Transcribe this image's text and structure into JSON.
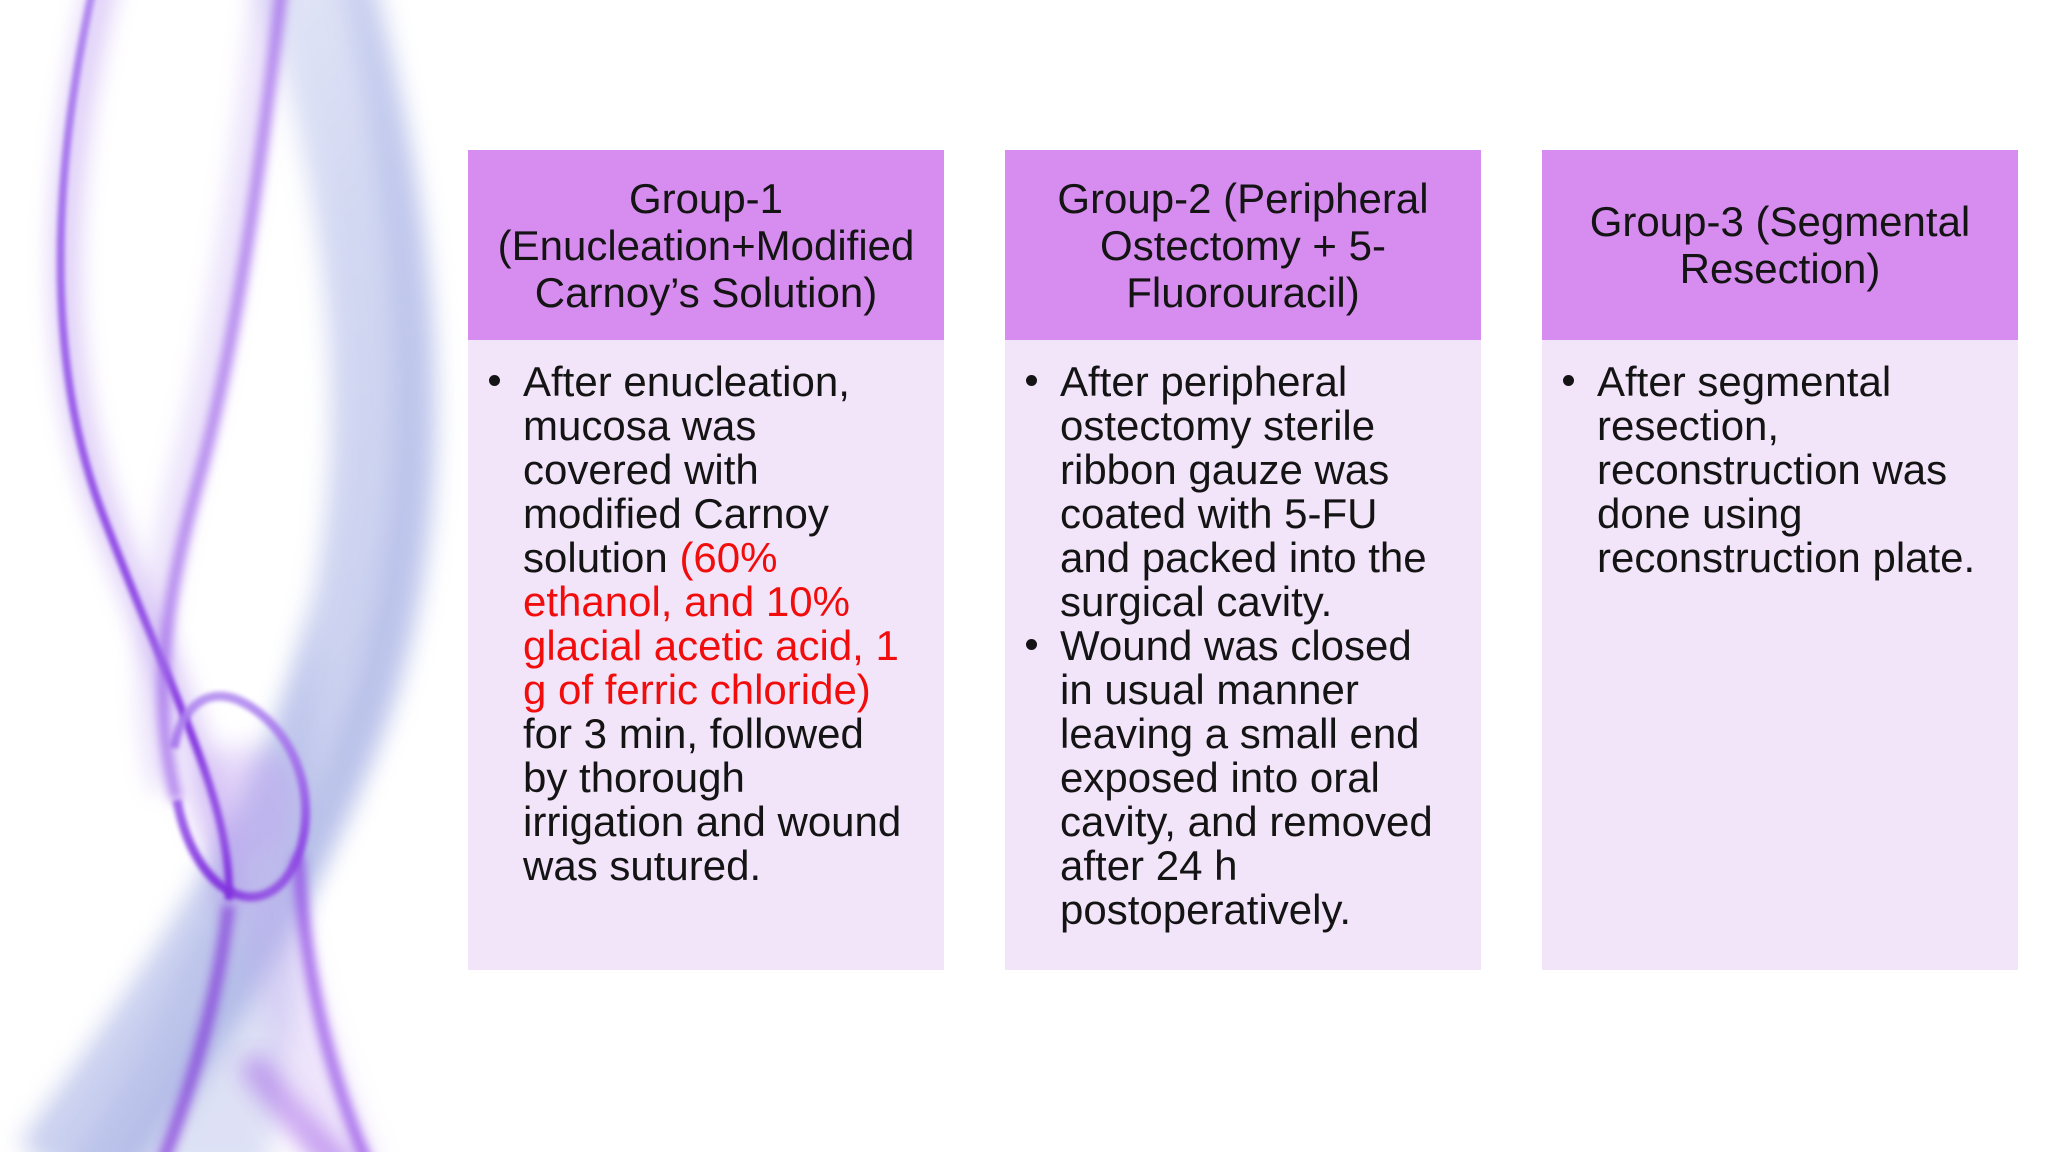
{
  "slide": {
    "decoration": "abstract-purple-smoke",
    "colors": {
      "background": "#FFFFFF",
      "header_bg": "#D78CEF",
      "body_bg": "#F2E4F9",
      "text": "#141414",
      "red_highlight": "#F20D0D",
      "swirl_purple": "#8A3AE4",
      "swirl_blue": "#9AA6E0"
    },
    "columns": [
      {
        "header": "Group-1\n(Enucleation+Modified\nCarnoy’s Solution)",
        "bullets": [
          {
            "segments": [
              {
                "text": "After enucleation,\nmucosa was\ncovered with\nmodified Carnoy\nsolution ",
                "style": "normal"
              },
              {
                "text": "(60%\nethanol, and 10%\nglacial acetic acid, 1\ng of ferric chloride)",
                "style": "red"
              },
              {
                "text": "\nfor 3 min, followed\nby thorough\nirrigation and wound\nwas sutured.",
                "style": "normal"
              }
            ]
          }
        ]
      },
      {
        "header": "Group-2 (Peripheral\nOstectomy + 5-\nFluorouracil)",
        "bullets": [
          {
            "segments": [
              {
                "text": "After peripheral\nostectomy sterile\nribbon gauze was\ncoated with 5-FU\nand packed into the\nsurgical cavity.",
                "style": "normal"
              }
            ]
          },
          {
            "segments": [
              {
                "text": "Wound was closed\nin usual manner\nleaving a small end\nexposed into oral\ncavity, and removed\nafter 24 h\npostoperatively.",
                "style": "normal"
              }
            ]
          }
        ]
      },
      {
        "header": "Group-3 (Segmental\nResection)",
        "bullets": [
          {
            "segments": [
              {
                "text": "After segmental\nresection,\nreconstruction was\ndone using\nreconstruction plate.",
                "style": "normal"
              }
            ]
          }
        ]
      }
    ]
  }
}
